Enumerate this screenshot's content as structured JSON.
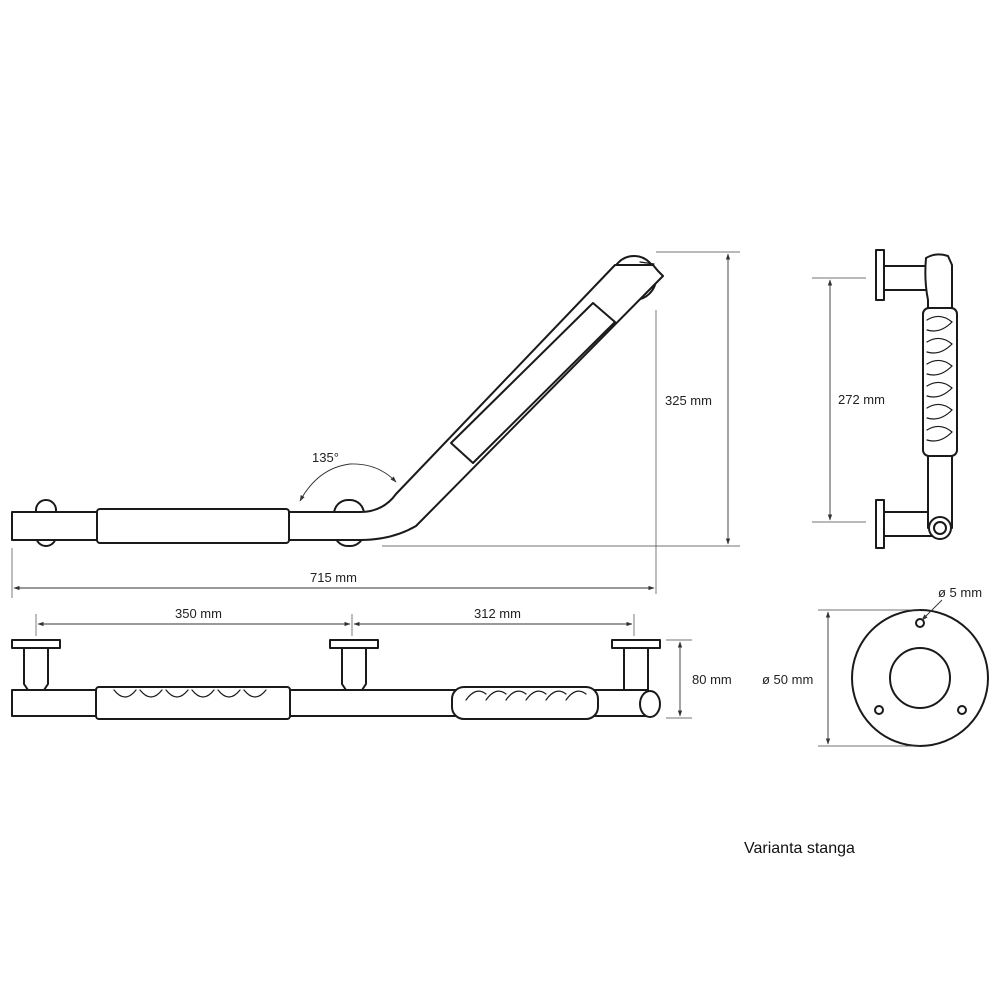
{
  "dimensions": {
    "angle": "135°",
    "height_total": "325 mm",
    "height_inner": "272 mm",
    "length_total": "715 mm",
    "span_left": "350 mm",
    "span_right": "312 mm",
    "depth": "80 mm",
    "hole_diameter": "ø 5 mm",
    "flange_diameter": "ø 50 mm"
  },
  "caption": "Varianta stanga"
}
